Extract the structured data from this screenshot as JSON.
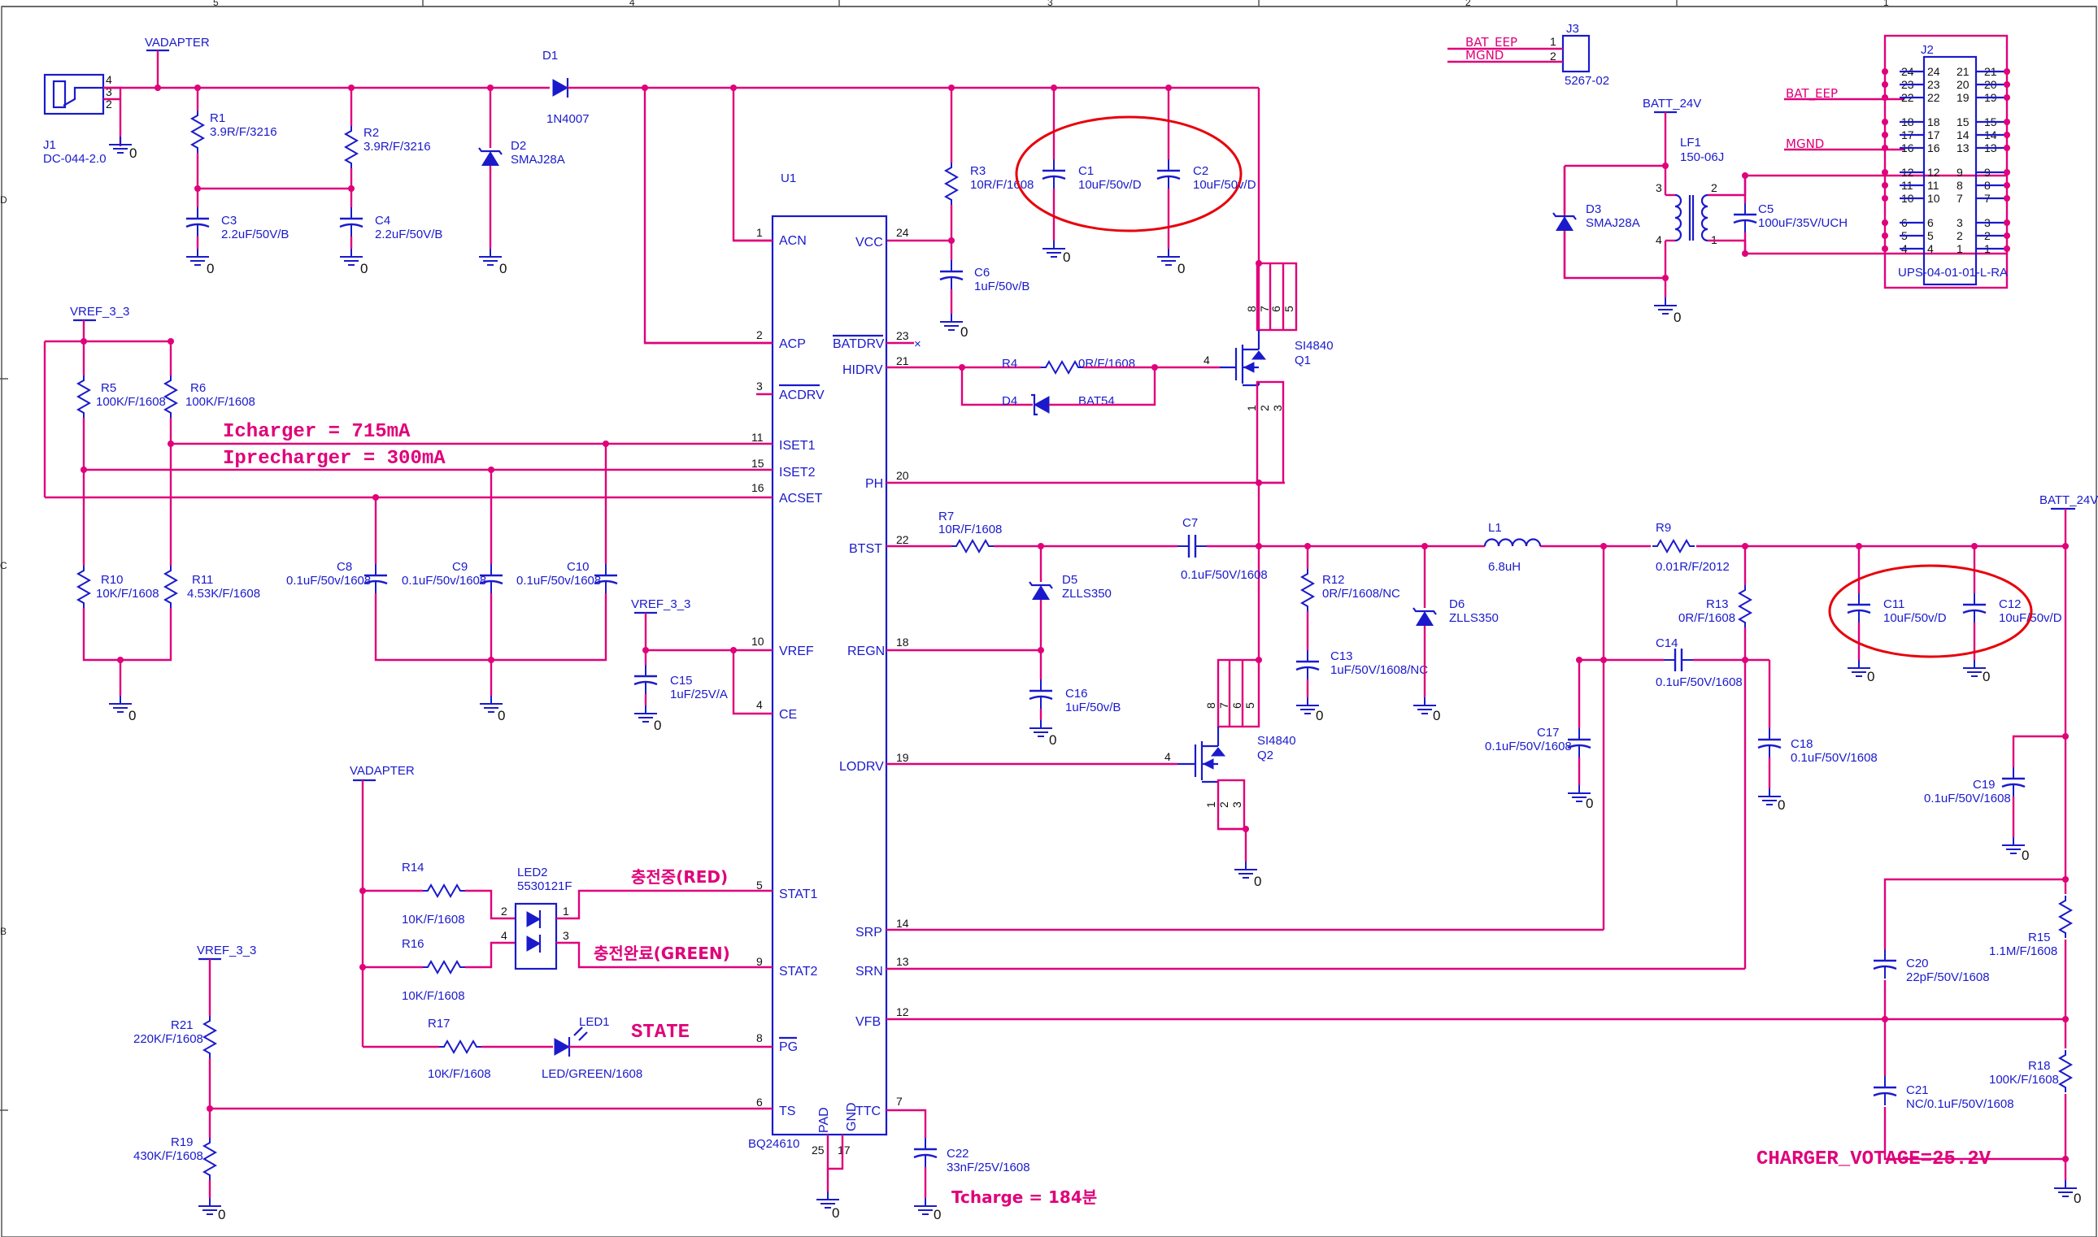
{
  "zones": {
    "top": [
      "5",
      "4",
      "3",
      "2",
      "1"
    ],
    "left": [
      "D",
      "C",
      "B"
    ]
  },
  "nets": {
    "vadapter": "VADAPTER",
    "vref": "VREF_3_3",
    "batt": "BATT_24V",
    "bat_eep": "BAT_EEP",
    "mgnd": "MGND",
    "gnd": "0"
  },
  "components": {
    "J1": {
      "ref": "J1",
      "value": "DC-044-2.0",
      "pins": [
        "4",
        "3",
        "2"
      ]
    },
    "D1": {
      "ref": "D1",
      "value": "1N4007"
    },
    "D2": {
      "ref": "D2",
      "value": "SMAJ28A"
    },
    "R1": {
      "ref": "R1",
      "value": "3.9R/F/3216"
    },
    "R2": {
      "ref": "R2",
      "value": "3.9R/F/3216"
    },
    "C3": {
      "ref": "C3",
      "value": "2.2uF/50V/B"
    },
    "C4": {
      "ref": "C4",
      "value": "2.2uF/50V/B"
    },
    "R3": {
      "ref": "R3",
      "value": "10R/F/1608"
    },
    "C6": {
      "ref": "C6",
      "value": "1uF/50v/B"
    },
    "C1": {
      "ref": "C1",
      "value": "10uF/50v/D"
    },
    "C2": {
      "ref": "C2",
      "value": "10uF/50v/D"
    },
    "R4": {
      "ref": "R4",
      "value": "0R/F/1608"
    },
    "D4": {
      "ref": "D4",
      "value": "BAT54"
    },
    "Q1": {
      "ref": "Q1",
      "value": "SI4840",
      "pins": [
        "8",
        "7",
        "6",
        "5",
        "4",
        "1",
        "2",
        "3"
      ]
    },
    "Q2": {
      "ref": "Q2",
      "value": "SI4840",
      "pins": [
        "8",
        "7",
        "6",
        "5",
        "4",
        "1",
        "2",
        "3"
      ]
    },
    "R5": {
      "ref": "R5",
      "value": "100K/F/1608"
    },
    "R6": {
      "ref": "R6",
      "value": "100K/F/1608"
    },
    "R10": {
      "ref": "R10",
      "value": "10K/F/1608"
    },
    "R11": {
      "ref": "R11",
      "value": "4.53K/F/1608"
    },
    "C8": {
      "ref": "C8",
      "value": "0.1uF/50v/1608"
    },
    "C9": {
      "ref": "C9",
      "value": "0.1uF/50v/1608"
    },
    "C10": {
      "ref": "C10",
      "value": "0.1uF/50v/1608"
    },
    "C15": {
      "ref": "C15",
      "value": "1uF/25V/A"
    },
    "R7": {
      "ref": "R7",
      "value": "10R/F/1608"
    },
    "C7": {
      "ref": "C7",
      "value": "0.1uF/50V/1608"
    },
    "D5": {
      "ref": "D5",
      "value": "ZLLS350"
    },
    "C16": {
      "ref": "C16",
      "value": "1uF/50v/B"
    },
    "R12": {
      "ref": "R12",
      "value": "0R/F/1608/NC"
    },
    "C13": {
      "ref": "C13",
      "value": "1uF/50V/1608/NC"
    },
    "D6": {
      "ref": "D6",
      "value": "ZLLS350"
    },
    "L1": {
      "ref": "L1",
      "value": "6.8uH"
    },
    "R9": {
      "ref": "R9",
      "value": "0.01R/F/2012"
    },
    "R13": {
      "ref": "R13",
      "value": "0R/F/1608"
    },
    "C14": {
      "ref": "C14",
      "value": "0.1uF/50V/1608"
    },
    "C17": {
      "ref": "C17",
      "value": "0.1uF/50V/1608"
    },
    "C18": {
      "ref": "C18",
      "value": "0.1uF/50V/1608"
    },
    "C11": {
      "ref": "C11",
      "value": "10uF/50v/D"
    },
    "C12": {
      "ref": "C12",
      "value": "10uF/50v/D"
    },
    "C19": {
      "ref": "C19",
      "value": "0.1uF/50V/1608"
    },
    "R15": {
      "ref": "R15",
      "value": "1.1M/F/1608"
    },
    "R18": {
      "ref": "R18",
      "value": "100K/F/1608"
    },
    "C20": {
      "ref": "C20",
      "value": "22pF/50V/1608"
    },
    "C21": {
      "ref": "C21",
      "value": "NC/0.1uF/50V/1608"
    },
    "R14": {
      "ref": "R14",
      "value": "10K/F/1608"
    },
    "R16": {
      "ref": "R16",
      "value": "10K/F/1608"
    },
    "R17": {
      "ref": "R17",
      "value": "10K/F/1608"
    },
    "LED2": {
      "ref": "LED2",
      "value": "5530121F",
      "pins": [
        "2",
        "1",
        "4",
        "3"
      ]
    },
    "LED1": {
      "ref": "LED1",
      "value": "LED/GREEN/1608"
    },
    "R21": {
      "ref": "R21",
      "value": "220K/F/1608"
    },
    "R19": {
      "ref": "R19",
      "value": "430K/F/1608"
    },
    "C22": {
      "ref": "C22",
      "value": "33nF/25V/1608"
    },
    "J3": {
      "ref": "J3",
      "value": "5267-02",
      "pins": [
        "1",
        "2"
      ]
    },
    "D3": {
      "ref": "D3",
      "value": "SMAJ28A"
    },
    "LF1": {
      "ref": "LF1",
      "value": "150-06J",
      "pins": [
        "3",
        "2",
        "4",
        "1"
      ]
    },
    "C5": {
      "ref": "C5",
      "value": "100uF/35V/UCH"
    },
    "J2": {
      "ref": "J2",
      "value": "UPS-04-01-01-L-RA",
      "left": [
        "24",
        "23",
        "22",
        "18",
        "17",
        "16",
        "12",
        "11",
        "10",
        "6",
        "5",
        "4"
      ],
      "innerLeft": [
        "24",
        "23",
        "22",
        "18",
        "17",
        "16",
        "12",
        "11",
        "10",
        "6",
        "5",
        "4"
      ],
      "innerRight": [
        "21",
        "20",
        "19",
        "15",
        "14",
        "13",
        "9",
        "8",
        "7",
        "3",
        "2",
        "1"
      ],
      "right": [
        "21",
        "20",
        "19",
        "15",
        "14",
        "13",
        "9",
        "8",
        "7",
        "3",
        "2",
        "1"
      ]
    }
  },
  "u1": {
    "ref": "U1",
    "part": "BQ24610",
    "left_pins": [
      {
        "num": "1",
        "name": "ACN"
      },
      {
        "num": "2",
        "name": "ACP"
      },
      {
        "num": "3",
        "name": "ACDRV"
      },
      {
        "num": "11",
        "name": "ISET1"
      },
      {
        "num": "15",
        "name": "ISET2"
      },
      {
        "num": "16",
        "name": "ACSET"
      },
      {
        "num": "10",
        "name": "VREF"
      },
      {
        "num": "4",
        "name": "CE"
      },
      {
        "num": "5",
        "name": "STAT1"
      },
      {
        "num": "9",
        "name": "STAT2"
      },
      {
        "num": "8",
        "name": "PG"
      },
      {
        "num": "6",
        "name": "TS"
      }
    ],
    "right_pins": [
      {
        "num": "24",
        "name": "VCC"
      },
      {
        "num": "23",
        "name": "BATDRV"
      },
      {
        "num": "21",
        "name": "HIDRV"
      },
      {
        "num": "20",
        "name": "PH"
      },
      {
        "num": "22",
        "name": "BTST"
      },
      {
        "num": "18",
        "name": "REGN"
      },
      {
        "num": "19",
        "name": "LODRV"
      },
      {
        "num": "14",
        "name": "SRP"
      },
      {
        "num": "13",
        "name": "SRN"
      },
      {
        "num": "12",
        "name": "VFB"
      },
      {
        "num": "7",
        "name": "TTC"
      }
    ],
    "bottom_pins": [
      {
        "num": "25",
        "name": "PAD"
      },
      {
        "num": "17",
        "name": "GND"
      }
    ]
  },
  "notes": {
    "icharger": "Icharger    = 715mA",
    "iprecharger": "Iprecharger = 300mA",
    "stat1": "충전중(RED)",
    "stat2": "충전완료(GREEN)",
    "state": "STATE",
    "tcharge": "Tcharge = 184분",
    "charger_voltage": "CHARGER_VOTAGE=25.2V"
  },
  "colors": {
    "wire": "#e0007a",
    "symbol": "#1a1acc",
    "highlight": "#e8000b",
    "note": "#e0007a"
  }
}
